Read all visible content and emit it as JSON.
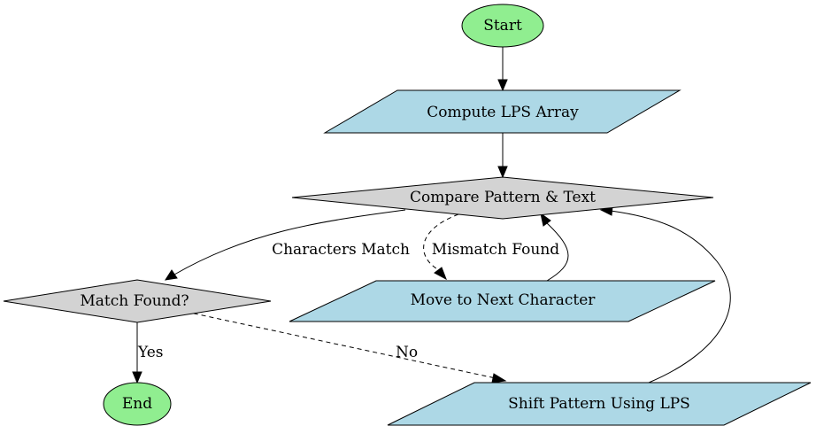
{
  "colors": {
    "terminal": "#90ee90",
    "process": "#add8e6",
    "decision": "#d3d3d3",
    "stroke": "#000000",
    "background": "#ffffff"
  },
  "nodes": {
    "start": "Start",
    "compute_lps": "Compute LPS Array",
    "compare": "Compare Pattern & Text",
    "match_found": "Match Found?",
    "move_next": "Move to Next Character",
    "end": "End",
    "shift_pattern": "Shift Pattern Using LPS"
  },
  "edges": {
    "characters_match": "Characters Match",
    "mismatch_found": "Mismatch Found",
    "yes": "Yes",
    "no": "No"
  }
}
